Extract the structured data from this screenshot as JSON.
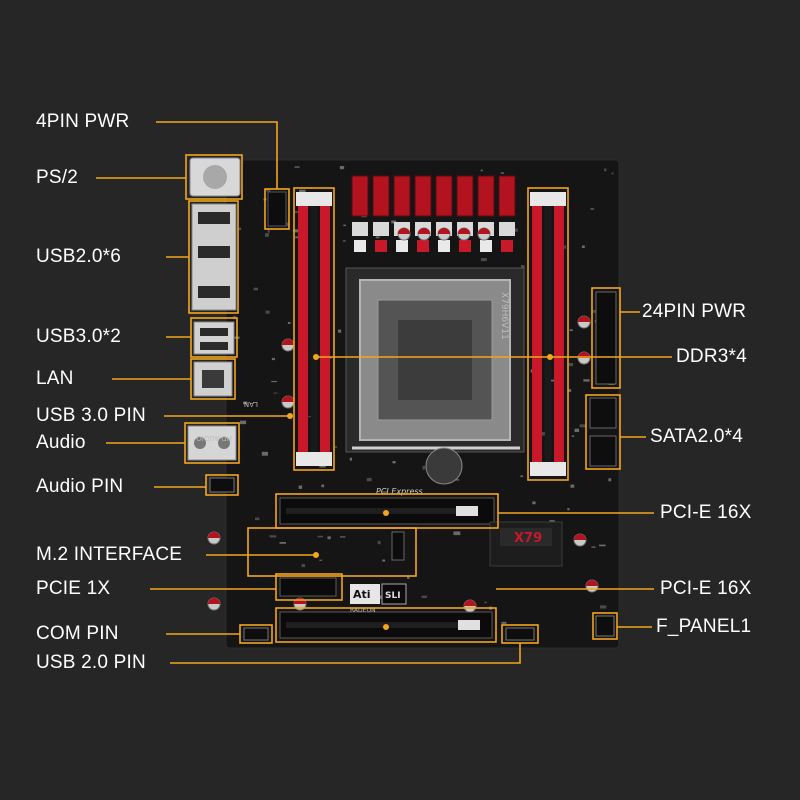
{
  "labels": {
    "pin4_pwr": "4PIN PWR",
    "ps2": "PS/2",
    "usb20x6": "USB2.0*6",
    "usb30x2": "USB3.0*2",
    "lan": "LAN",
    "usb30_pin": "USB 3.0 PIN",
    "audio": "Audio",
    "audio_pin": "Audio PIN",
    "m2_interface": "M.2 INTERFACE",
    "pcie_1x": "PCIE 1X",
    "com_pin": "COM PIN",
    "usb20_pin": "USB 2.0 PIN",
    "pin24_pwr": "24PIN PWR",
    "ddr3x4": "DDR3*4",
    "sata20x4": "SATA2.0*4",
    "pcie_16x_upper": "PCI-E 16X",
    "pcie_16x_lower": "PCI-E 16X",
    "f_panel1": "F_PANEL1"
  },
  "board_print": {
    "chipset": "X79",
    "model": "X79H6V11",
    "hd_audio": "HD AUDIO",
    "lan_print": "LAN",
    "pci_express": "PCI Express",
    "ati": "Ati",
    "sli": "SLI",
    "radeon": "RADEON"
  },
  "colors": {
    "background": "#262626",
    "board": "#141414",
    "callout": "#f3a51c",
    "dimm_red": "#c8182a",
    "label_text": "#ffffff"
  }
}
